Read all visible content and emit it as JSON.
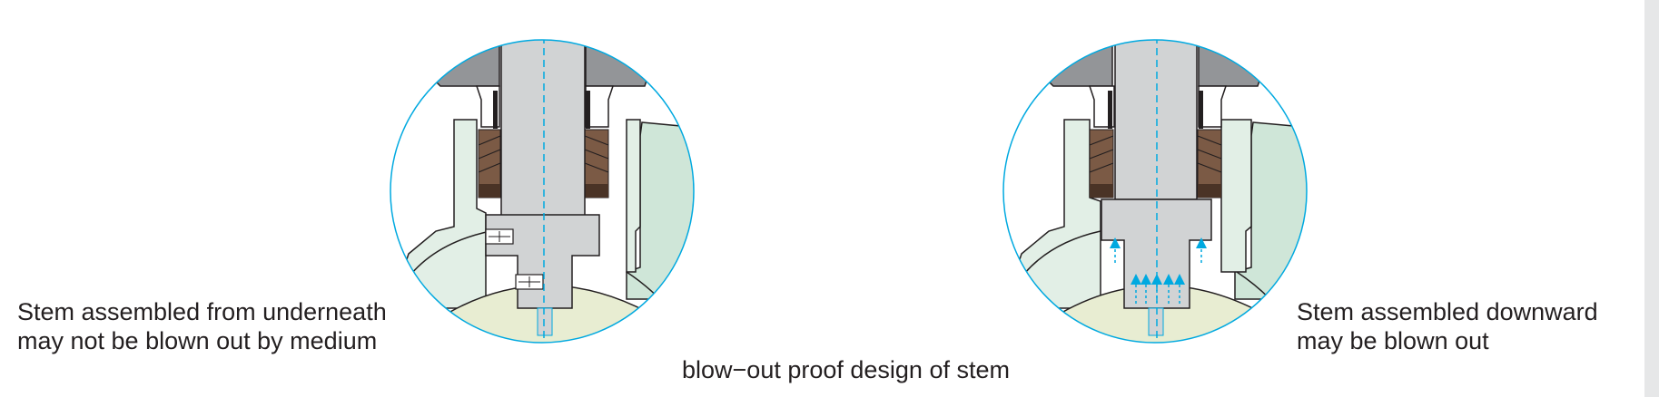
{
  "captions": {
    "left_line1": "Stem assembled from underneath",
    "left_line2": "may not be blown out by medium",
    "right_line1": "Stem assembled downward",
    "right_line2": "may be blown out",
    "bottom": "blow−out proof design of stem"
  },
  "colors": {
    "outline": "#00a9e0",
    "stem": "#d1d3d4",
    "gland": "#939598",
    "packing": "#7b5a45",
    "packing_dark": "#4a3326",
    "body_green": "#cfe6d8",
    "bonnet_light": "#e2efe6",
    "disc_yellow": "#e8edd2",
    "arrow": "#00a9e0"
  }
}
